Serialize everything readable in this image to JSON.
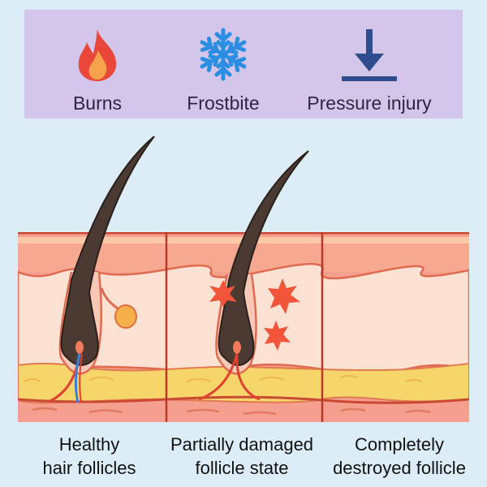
{
  "causes": [
    {
      "label": "Burns",
      "icon": "flame-icon",
      "color": "#e8473a"
    },
    {
      "label": "Frostbite",
      "icon": "snowflake-icon",
      "color": "#2c8ee0"
    },
    {
      "label": "Pressure injury",
      "icon": "down-arrow-icon",
      "color": "#2f4d8c"
    }
  ],
  "stages": [
    {
      "line1": "Healthy",
      "line2": "hair follicles"
    },
    {
      "line1": "Partially damaged",
      "line2": "follicle state"
    },
    {
      "line1": "Completely",
      "line2": "destroyed follicle"
    }
  ],
  "colors": {
    "background": "#dcedf8",
    "panel": "#d3c6ea",
    "epidermis": "#f6a890",
    "dermis": "#fde2d4",
    "fat": "#f6d56a",
    "outline": "#c94a34",
    "hair": "#4a3a32",
    "damage": "#f2553a"
  }
}
